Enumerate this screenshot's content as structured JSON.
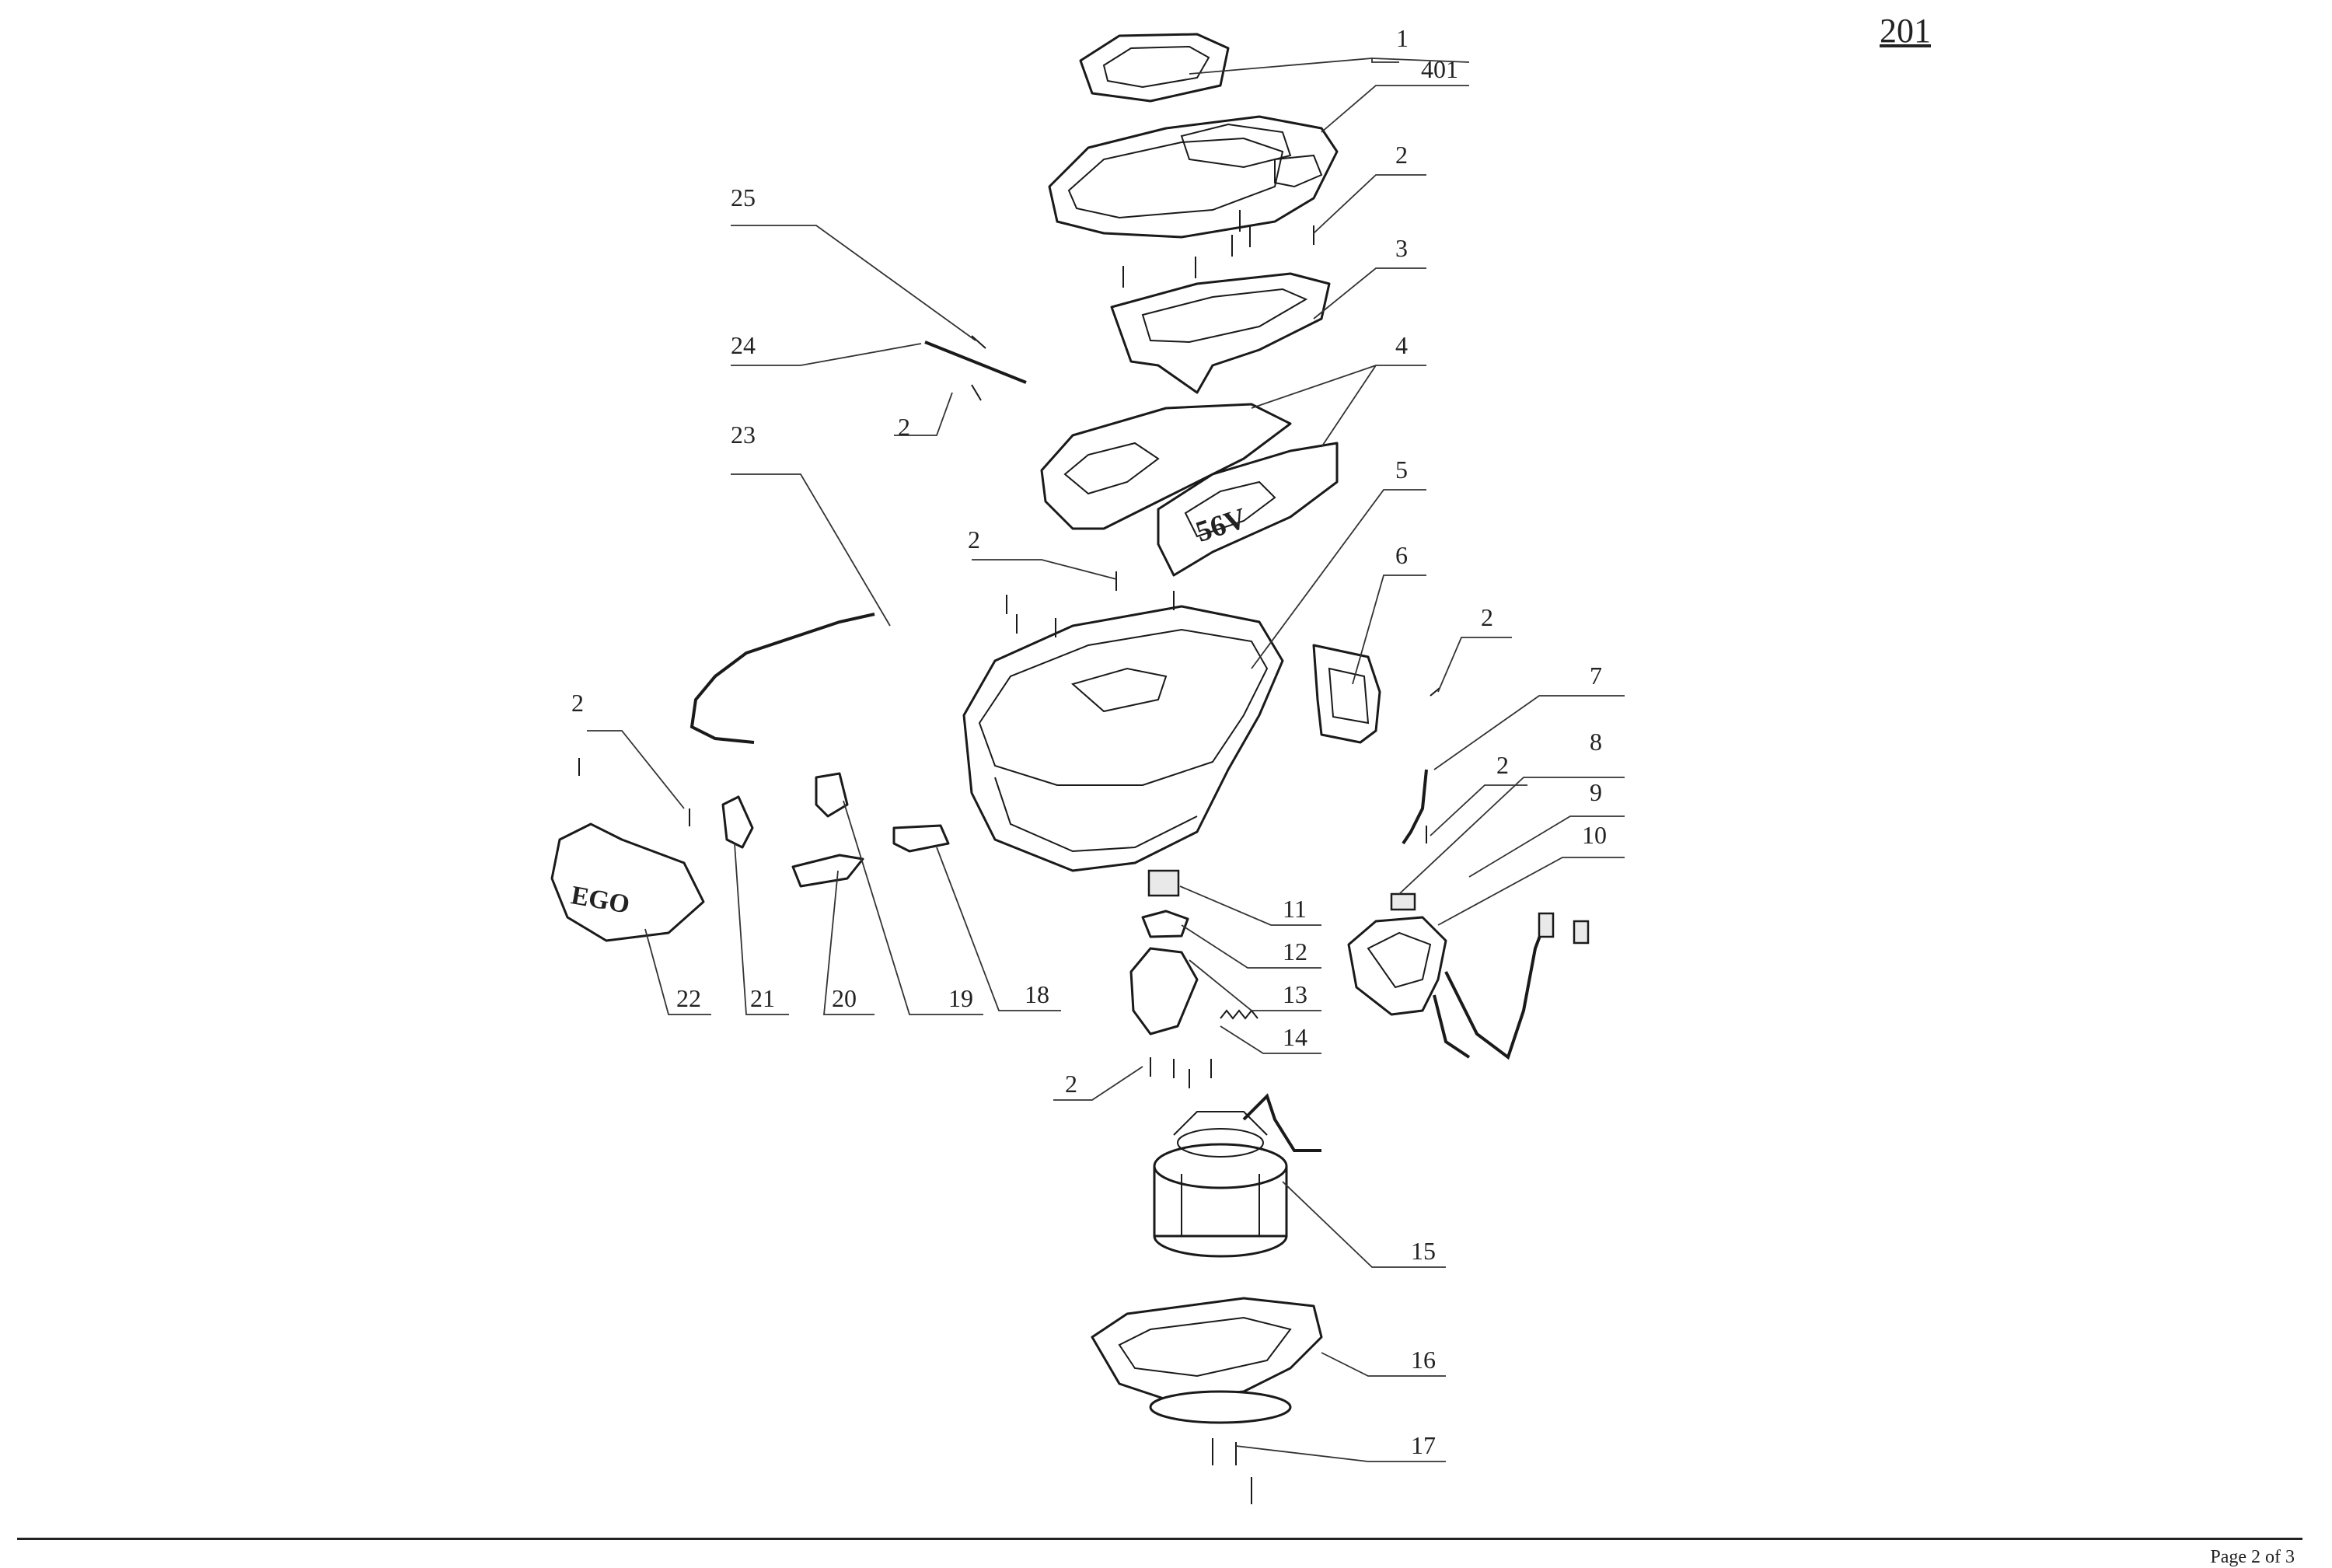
{
  "drawing_number": "201",
  "footer": {
    "page_text": "Page 2  of  3"
  },
  "callouts": {
    "c1": "1",
    "c401": "401",
    "c2a": "2",
    "c3": "3",
    "c4": "4",
    "c5": "5",
    "c6": "6",
    "c7": "7",
    "c8": "8",
    "c9": "9",
    "c10": "10",
    "c11": "11",
    "c12": "12",
    "c13": "13",
    "c14": "14",
    "c15": "15",
    "c16": "16",
    "c17": "17",
    "c18": "18",
    "c19": "19",
    "c20": "20",
    "c21": "21",
    "c22": "22",
    "c23": "23",
    "c24": "24",
    "c25": "25",
    "c2b": "2",
    "c2c": "2",
    "c2d": "2",
    "c2e": "2",
    "c2f": "2",
    "c2g": "2"
  },
  "embossed_text": {
    "voltage": "56V",
    "brand": "EGO"
  }
}
